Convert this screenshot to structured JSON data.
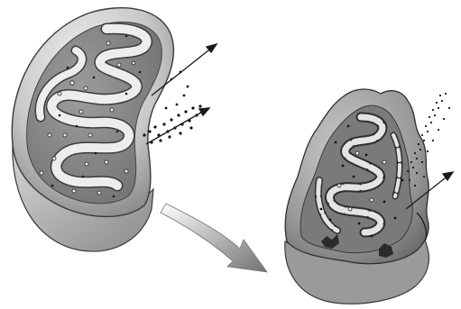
{
  "figure": {
    "background": "#ffffff",
    "palette": {
      "outer_light": "#e6e6e6",
      "outer_mid": "#b5b5b5",
      "outer_dark": "#7a7a7a",
      "matrix": "#8f8f8f",
      "matrix_dark": "#6e6e6e",
      "crista": "#ececec",
      "crista_edge": "#4a4a4a",
      "ink": "#1a1a1a",
      "granule_fill": "#f2f2f2"
    },
    "objects": [
      {
        "name": "healthy-mitochondrion",
        "description_icon": "mitochondrion-icon"
      },
      {
        "name": "damaged-mitochondrion",
        "description_icon": "mitochondrion-icon"
      },
      {
        "name": "transition-arrow",
        "description_icon": "arrow-right-icon"
      }
    ]
  }
}
